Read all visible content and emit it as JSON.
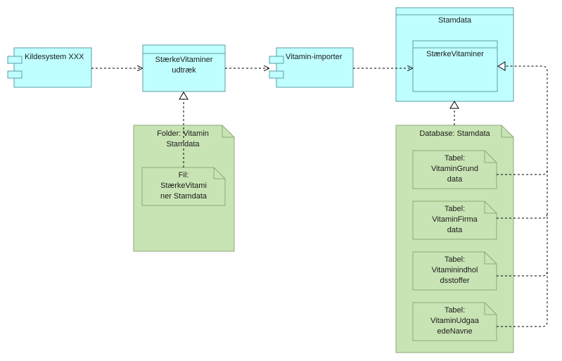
{
  "components": {
    "source_system": "Kildesystem XXX",
    "importer": "Vitamin-importer"
  },
  "artifacts": {
    "extract_line1": "StærkeVitaminer",
    "extract_line2": "udtræk"
  },
  "stamdata": {
    "title": "Stamdata",
    "inner_title": "StærkeVitaminer"
  },
  "folder": {
    "title_line1": "Folder: Vitamin",
    "title_line2": "Stamdata",
    "file_line1": "Fil:",
    "file_line2": "StærkeVitami",
    "file_line3": "ner Stamdata"
  },
  "database": {
    "title": "Database: Stamdata",
    "tables": [
      {
        "line1": "Tabel:",
        "line2": "VitaminGrund",
        "line3": "data"
      },
      {
        "line1": "Tabel:",
        "line2": "VitaminFirma",
        "line3": "data"
      },
      {
        "line1": "Tabel:",
        "line2": "Vitaminindhol",
        "line3": "dsstoffer"
      },
      {
        "line1": "Tabel:",
        "line2": "VitaminUdgaa",
        "line3": "edeNavne"
      }
    ]
  },
  "colors": {
    "node_fill": "#c0ffff",
    "node_border": "#5a9ea8",
    "document_fill": "#c9e4b4",
    "document_border": "#8aaa78",
    "edge": "#000000"
  }
}
